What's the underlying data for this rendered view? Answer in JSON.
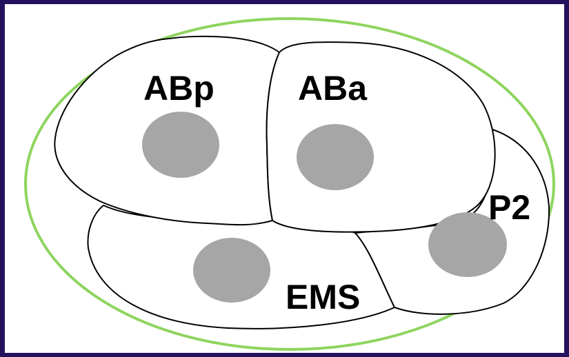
{
  "diagram": {
    "cells": [
      {
        "id": "abp",
        "label": "ABp"
      },
      {
        "id": "aba",
        "label": "ABa"
      },
      {
        "id": "p2",
        "label": "P2"
      },
      {
        "id": "ems",
        "label": "EMS"
      }
    ],
    "colors": {
      "border": "#24125e",
      "eggshell": "#8fd45f",
      "nucleus": "#a6a6a6",
      "outline": "#000000"
    }
  }
}
